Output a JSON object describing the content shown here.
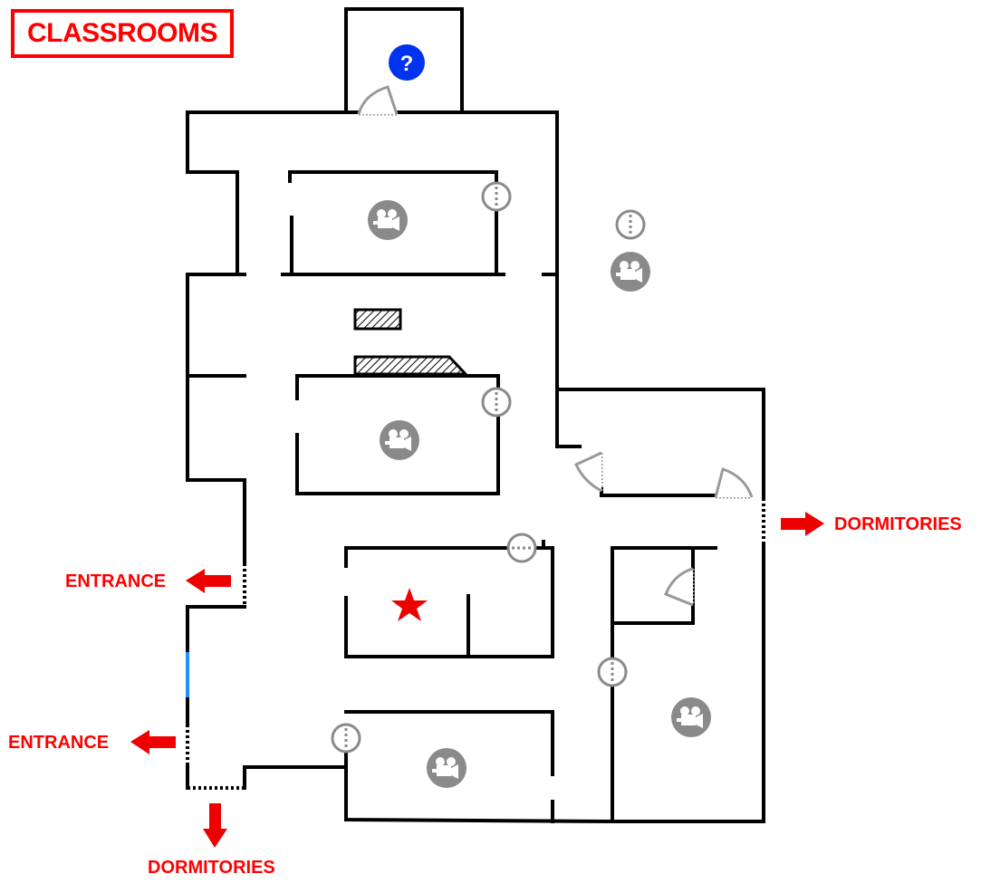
{
  "map": {
    "title": "CLASSROOMS",
    "labels": {
      "entrance_upper": "ENTRANCE",
      "entrance_lower": "ENTRANCE",
      "dormitories_east": "DORMITORIES",
      "dormitories_south": "DORMITORIES"
    },
    "icons": {
      "help": "question-mark-icon",
      "camera": "security-camera-icon",
      "vent": "vent-icon",
      "objective": "star-icon",
      "door": "swing-door-icon"
    },
    "colors": {
      "label": "#ff0000",
      "wall": "#000000",
      "icon_gray": "#808080",
      "help_blue": "#0033ee",
      "window": "#1e90ff"
    }
  }
}
